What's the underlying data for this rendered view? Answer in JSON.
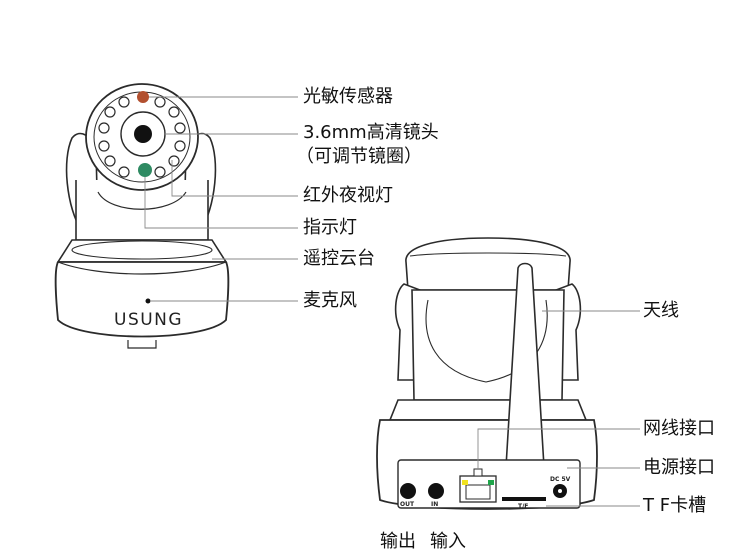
{
  "front_labels": {
    "light_sensor": "光敏传感器",
    "lens_line1": "3.6mm高清镜头",
    "lens_line2": "（可调节镜圈）",
    "ir_light": "红外夜视灯",
    "indicator": "指示灯",
    "ptz": "遥控云台",
    "microphone": "麦克风"
  },
  "brand": "USUNG",
  "back_labels": {
    "antenna": "天线",
    "network_port": "网线接口",
    "power_port": "电源接口",
    "tf_slot": "T F卡槽",
    "audio_out": "输出",
    "audio_in": "输入"
  },
  "panel_marks": {
    "out": "OUT",
    "in": "IN",
    "dc": "DC 5V",
    "tf": "T/F"
  },
  "colors": {
    "sensor": "#b2502f",
    "indicator": "#2e8a62",
    "led_yellow": "#f1e21f",
    "led_green": "#1fa54a",
    "outline": "#2b2b2b",
    "leader": "#8a8a8a"
  }
}
